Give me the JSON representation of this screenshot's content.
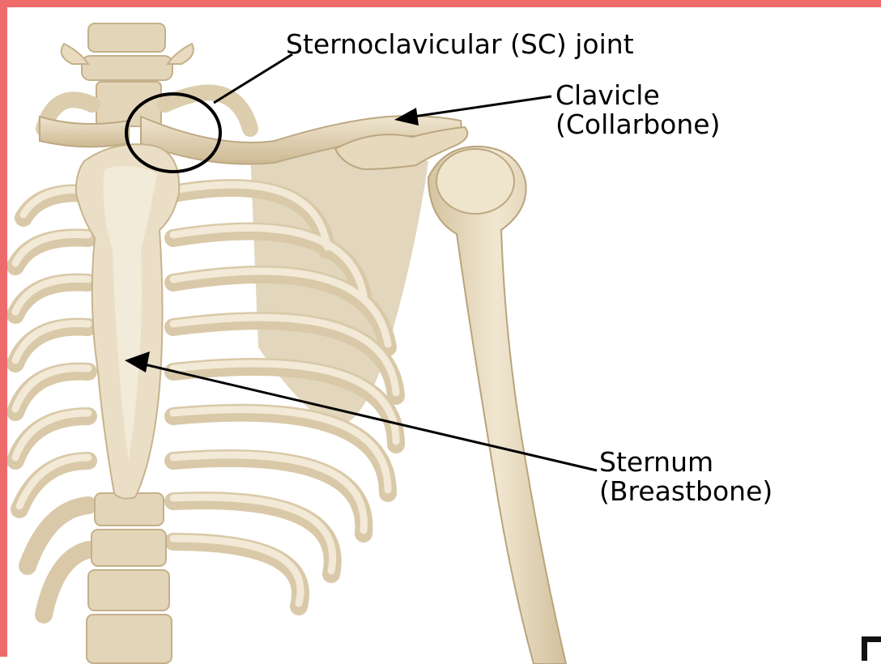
{
  "labels": {
    "sc_joint": "Sternoclavicular (SC) joint",
    "clavicle_line1": "Clavicle",
    "clavicle_line2": "(Collarbone)",
    "sternum_line1": "Sternum",
    "sternum_line2": "(Breastbone)"
  },
  "colors": {
    "frame": "#ee6b6b",
    "bone": "#e8dcc2",
    "bone_shadow": "#cbb894",
    "bone_light": "#f4ecd9",
    "leader_line": "#000000"
  }
}
